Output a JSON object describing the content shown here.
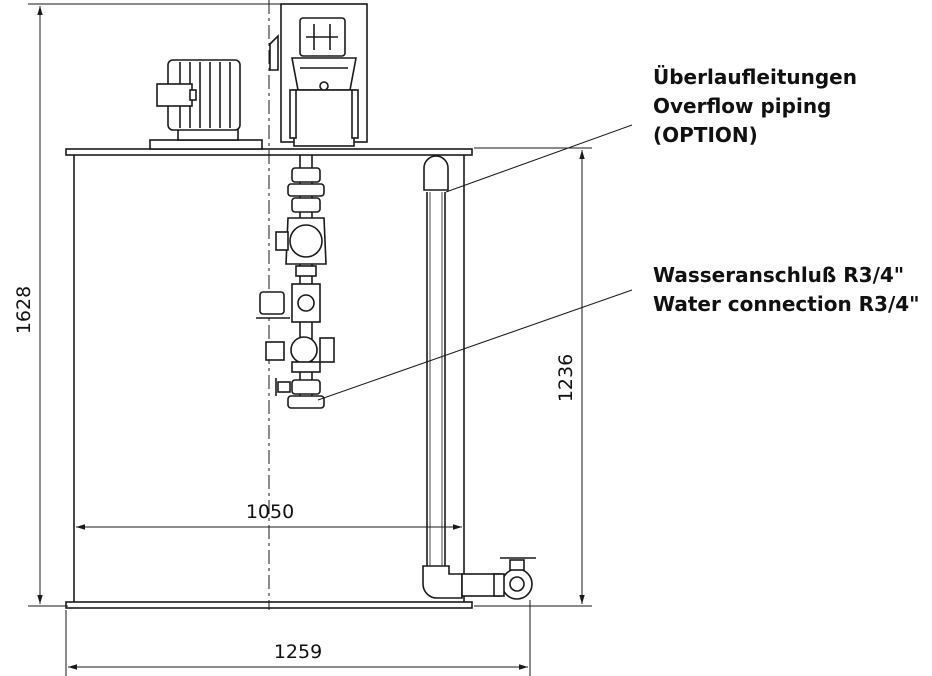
{
  "dimensions": {
    "total_height": "1628",
    "connection_height": "1236",
    "inner_width": "1050",
    "overall_width": "1259"
  },
  "callouts": {
    "overflow": {
      "line1": "Überlaufleitungen",
      "line2": "Overflow piping",
      "line3": "(OPTION)"
    },
    "water": {
      "line1": "Wasseranschluß R3/4\"",
      "line2": "Water connection R3/4\""
    }
  },
  "colors": {
    "line": "#1a1a1a",
    "fill": "#ffffff"
  }
}
